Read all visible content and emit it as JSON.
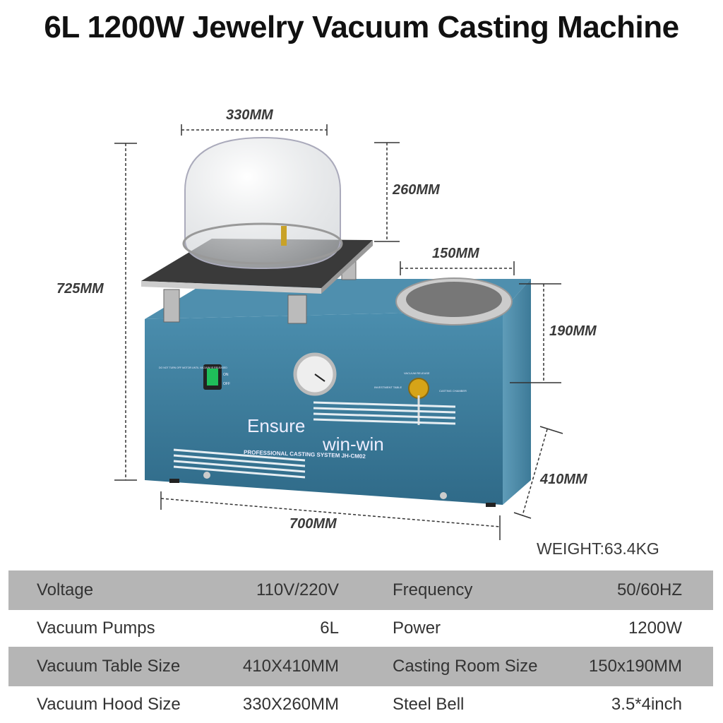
{
  "title": "6L 1200W Jewelry Vacuum Casting Machine",
  "dimensions": {
    "dome_width": "330MM",
    "dome_height": "260MM",
    "total_height": "725MM",
    "chamber_width": "150MM",
    "chamber_depth": "190MM",
    "depth": "410MM",
    "length": "700MM"
  },
  "weight": "WEIGHT:63.4KG",
  "panel": {
    "brand_line1": "Ensure",
    "brand_line2": "win-win",
    "model": "PROFESSIONAL CASTING SYSTEM JH-CM02",
    "warning": "DO NOT TURN OFF MOTOR UNTIL VACUUM IS RELEASED",
    "switch_on": "ON",
    "switch_off": "OFF",
    "valve_top": "VACUUM RELEASE",
    "valve_left": "INVESTMENT TABLE",
    "valve_right": "CASTING CHAMBER"
  },
  "colors": {
    "body": "#3f7f9e",
    "table_grey": "#b5b5b5"
  },
  "specs": [
    {
      "label": "Voltage",
      "value": "110V/220V",
      "label2": "Frequency",
      "value2": "50/60HZ"
    },
    {
      "label": "Vacuum Pumps",
      "value": "6L",
      "label2": "Power",
      "value2": "1200W"
    },
    {
      "label": "Vacuum Table Size",
      "value": "410X410MM",
      "label2": "Casting Room Size",
      "value2": "150x190MM"
    },
    {
      "label": "Vacuum Hood Size",
      "value": "330X260MM",
      "label2": "Steel Bell",
      "value2": "3.5*4inch"
    }
  ]
}
